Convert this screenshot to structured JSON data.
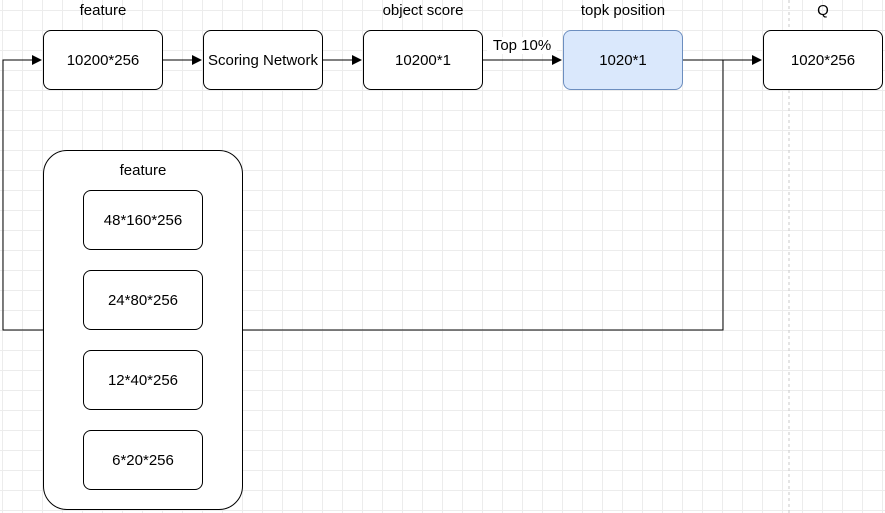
{
  "top_row": {
    "feature_label": "feature",
    "feature_value": "10200*256",
    "scoring_network": "Scoring Network",
    "object_score_label": "object score",
    "object_score_value": "10200*1",
    "topk_label": "topk position",
    "topk_value": "1020*1",
    "q_label": "Q",
    "q_value": "1020*256",
    "edge_top10": "Top 10%"
  },
  "feature_group": {
    "title": "feature",
    "levels": [
      "48*160*256",
      "24*80*256",
      "12*40*256",
      "6*20*256"
    ]
  },
  "colors": {
    "highlight_fill": "#dae8fc",
    "highlight_stroke": "#6c8ebf",
    "grid": "#ececec"
  }
}
